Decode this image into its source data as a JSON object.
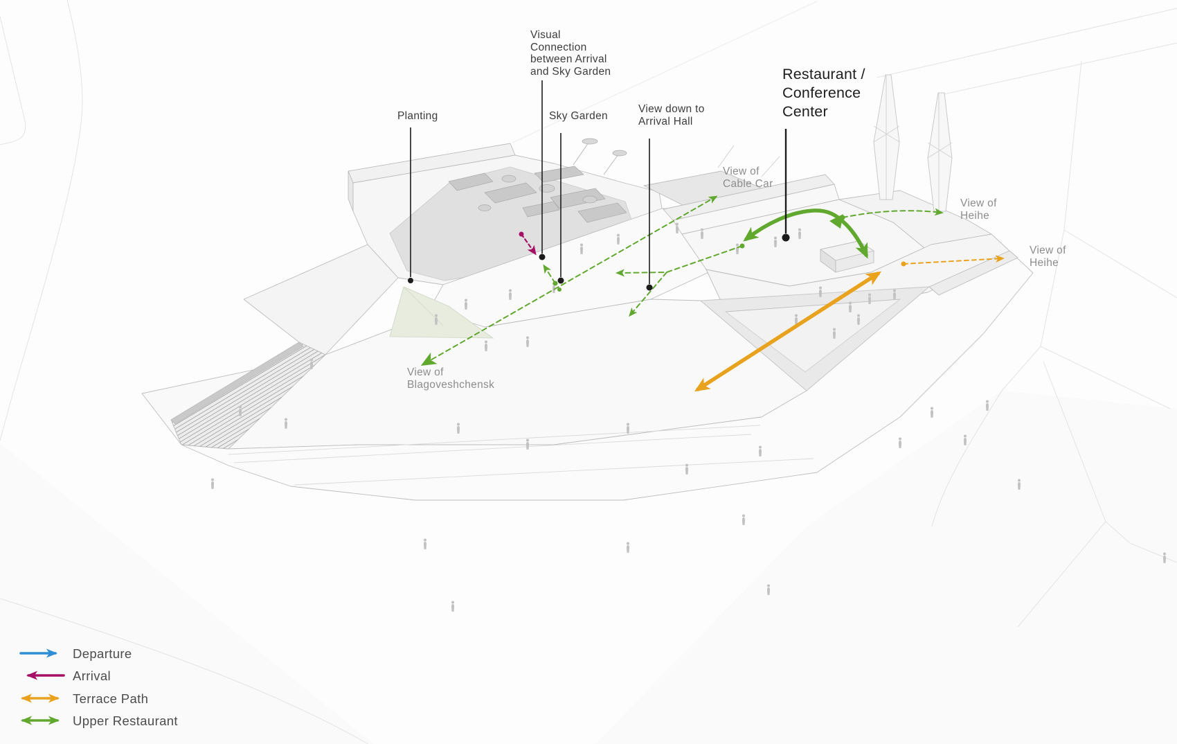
{
  "annotations": {
    "planting": {
      "label": "Planting"
    },
    "visual_connection": {
      "line1": "Visual",
      "line2": "Connection",
      "line3": "between Arrival",
      "line4": "and Sky Garden"
    },
    "sky_garden": {
      "label": "Sky Garden"
    },
    "view_down_arrival": {
      "line1": "View down to",
      "line2": "Arrival Hall"
    },
    "restaurant_conference": {
      "line1": "Restaurant /",
      "line2": "Conference",
      "line3": "Center"
    },
    "view_cable_car": {
      "line1": "View of",
      "line2": "Cable Car"
    },
    "view_heihe_upper": {
      "line1": "View of",
      "line2": "Heihe"
    },
    "view_heihe_lower": {
      "line1": "View of",
      "line2": "Heihe"
    },
    "view_blagoveshchensk": {
      "line1": "View of",
      "line2": "Blagoveshchensk"
    }
  },
  "legend": {
    "items": [
      {
        "label": "Departure",
        "color": "#2f8fd4",
        "direction": "right"
      },
      {
        "label": "Arrival",
        "color": "#a50f66",
        "direction": "left"
      },
      {
        "label": "Terrace Path",
        "color": "#e8a21d",
        "direction": "both"
      },
      {
        "label": "Upper Restaurant",
        "color": "#61a82f",
        "direction": "both"
      }
    ]
  },
  "colors": {
    "departure_blue": "#2f8fd4",
    "arrival_magenta": "#a50f66",
    "terrace_orange": "#e8a21d",
    "view_green": "#61a82f",
    "leader_black": "#1c1c1c",
    "label_gray": "#8d8d8d",
    "building_line": "#bdbdbd"
  }
}
